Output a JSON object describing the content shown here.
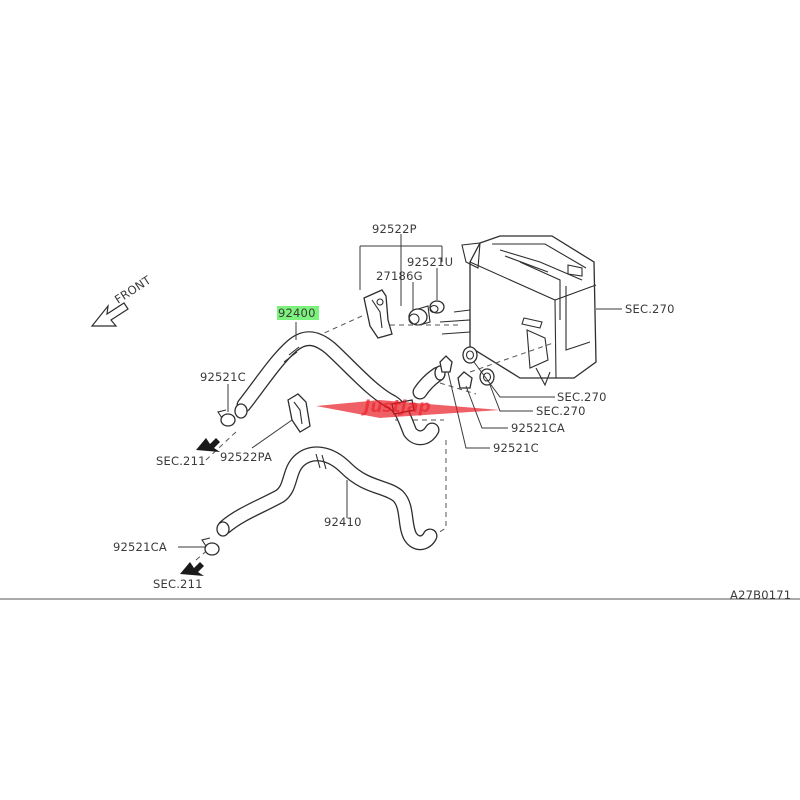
{
  "front_label": "FRONT",
  "diagram_code": "A27B0171",
  "watermark_text": "JustJap",
  "highlight_color": "#7cf27c",
  "watermark_color": "#e8141d",
  "parts": {
    "p92400": "92400",
    "p92410": "92410",
    "p92522P": "92522P",
    "p92522PA": "92522PA",
    "p27186G": "27186G",
    "p92521U": "92521U",
    "p92521C_left": "92521C",
    "p92521C_right": "92521C",
    "p92521CA_left": "92521CA",
    "p92521CA_right": "92521CA"
  },
  "sections": {
    "sec270_top": "SEC.270",
    "sec270_mid": "SEC.270",
    "sec270_low": "SEC.270",
    "sec211_upper": "SEC.211",
    "sec211_lower": "SEC.211"
  }
}
